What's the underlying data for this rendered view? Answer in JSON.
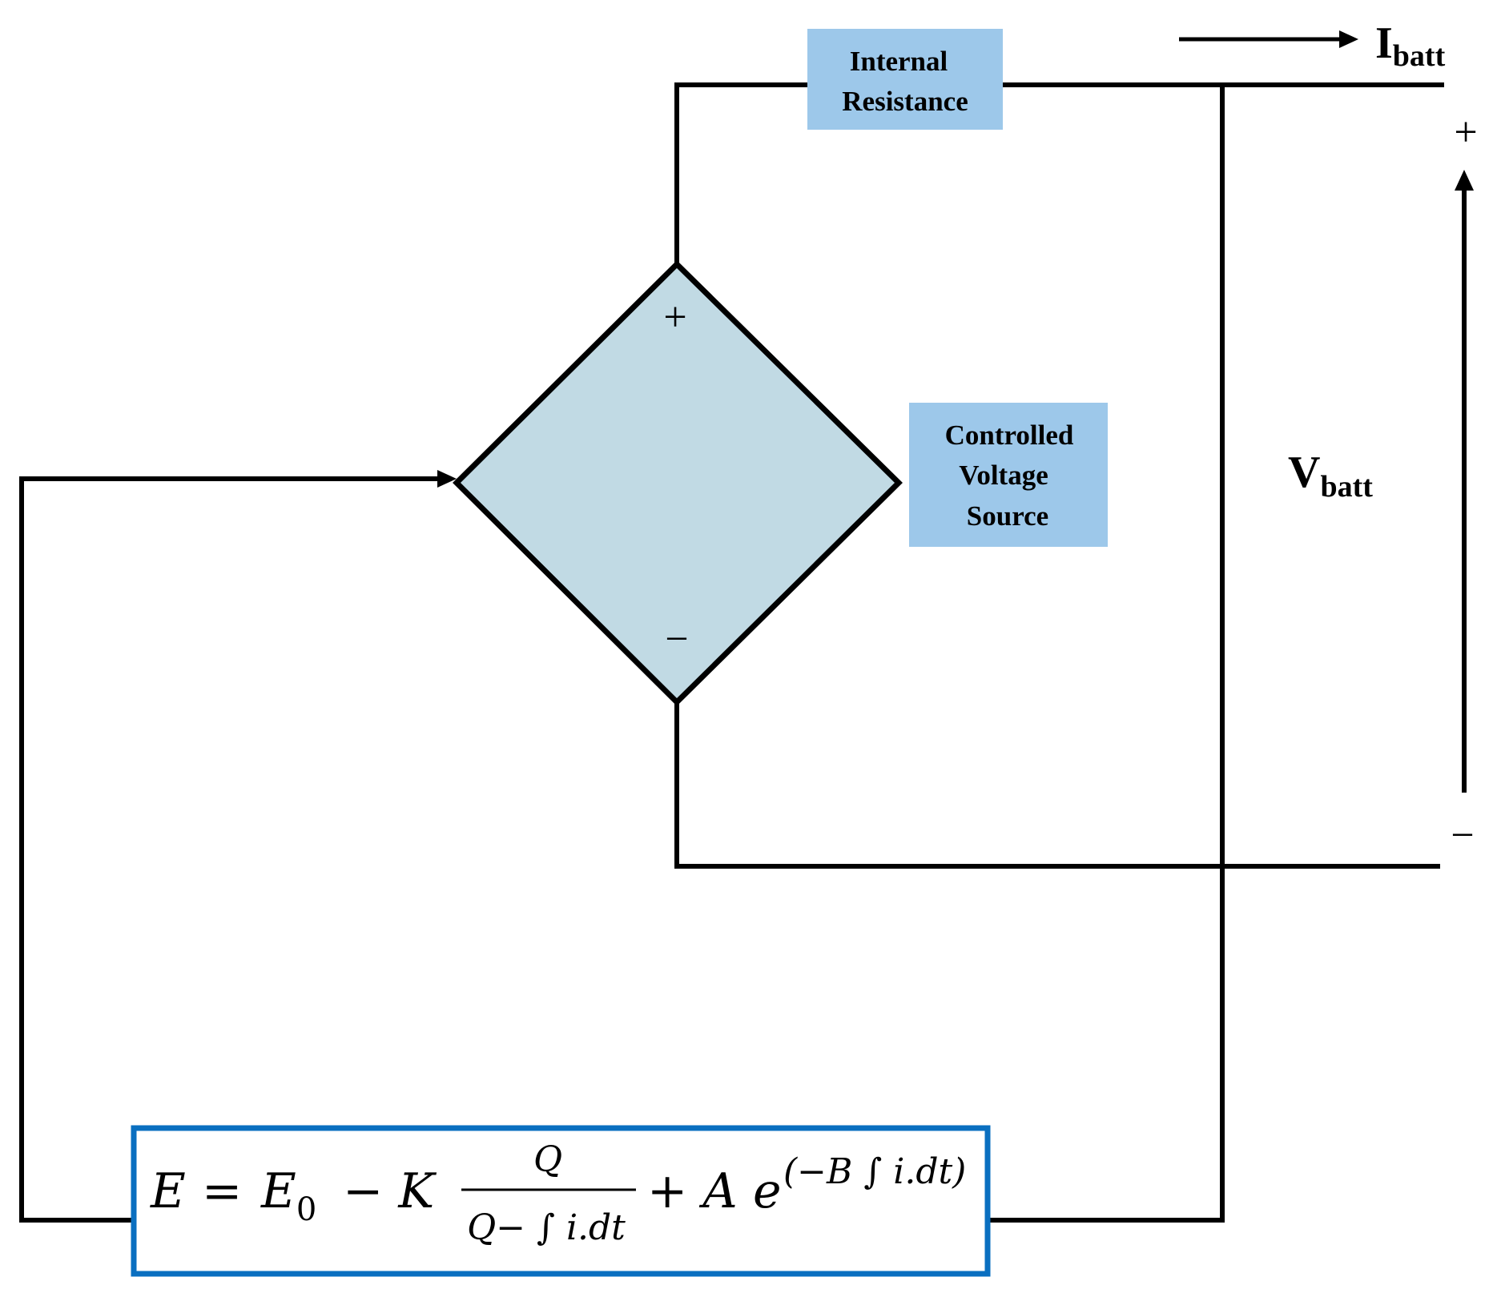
{
  "colors": {
    "wire": "#000000",
    "label_box_fill": "#9DC8EA",
    "source_fill": "#C1DAE4",
    "equation_border": "#0A6FC0"
  },
  "internal_resistance": {
    "line1": "Internal",
    "line2": "Resistance"
  },
  "controlled_source": {
    "line1": "Controlled",
    "line2": "Voltage",
    "line3": "Source",
    "plus": "+",
    "minus": "−"
  },
  "current": {
    "symbol": "I",
    "subscript": "batt"
  },
  "voltage": {
    "symbol": "V",
    "subscript": "batt",
    "plus": "+",
    "minus": "−"
  },
  "equation": {
    "lhs": "E",
    "equals": "=",
    "e0_symbol": "E",
    "e0_subscript": "0",
    "minus_k": "− K",
    "numerator": "Q",
    "denominator": "Q− ∫ i.dt",
    "plus_a": "+ A",
    "base": "e",
    "exponent": "(−B ∫ i.dt)"
  }
}
